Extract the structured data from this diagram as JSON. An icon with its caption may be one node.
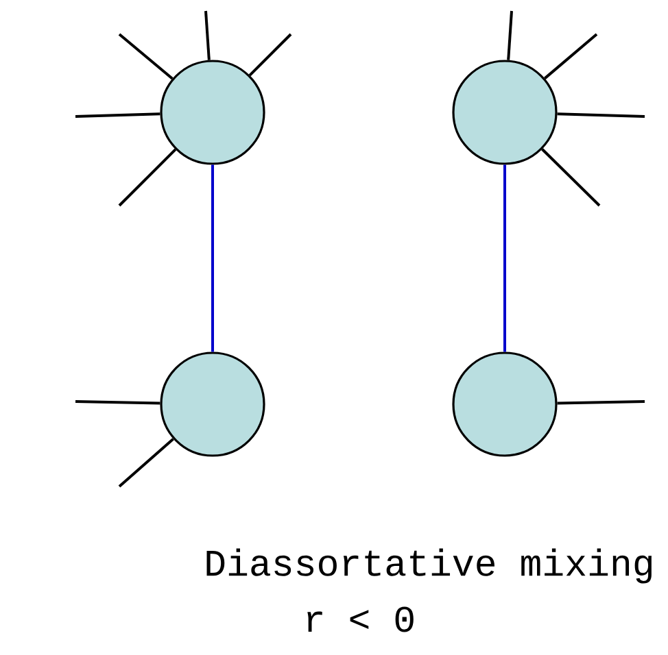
{
  "diagram": {
    "nodes": [
      {
        "text": [],
        "shape": "circle"
      },
      {
        "text": [],
        "shape": "circle"
      },
      {
        "text": [],
        "shape": "circle"
      },
      {
        "text": [],
        "shape": "circle"
      }
    ],
    "edges": [
      {
        "from": 0,
        "to": 2,
        "arrow": "none",
        "color": "#0000cc"
      },
      {
        "from": 1,
        "to": 3,
        "arrow": "none",
        "color": "#0000cc"
      },
      {
        "from": 0,
        "to": null,
        "arrow": "none"
      },
      {
        "from": 0,
        "to": null,
        "arrow": "none"
      },
      {
        "from": 0,
        "to": null,
        "arrow": "none"
      },
      {
        "from": 0,
        "to": null,
        "arrow": "none"
      },
      {
        "from": 0,
        "to": null,
        "arrow": "none"
      },
      {
        "from": 1,
        "to": null,
        "arrow": "none"
      },
      {
        "from": 1,
        "to": null,
        "arrow": "none"
      },
      {
        "from": 1,
        "to": null,
        "arrow": "none"
      },
      {
        "from": 1,
        "to": null,
        "arrow": "none"
      },
      {
        "from": 2,
        "to": null,
        "arrow": "none"
      },
      {
        "from": 2,
        "to": null,
        "arrow": "none"
      },
      {
        "from": 3,
        "to": null,
        "arrow": "none"
      }
    ],
    "labels": [
      "Diassortative mixing",
      "r < 0"
    ]
  }
}
